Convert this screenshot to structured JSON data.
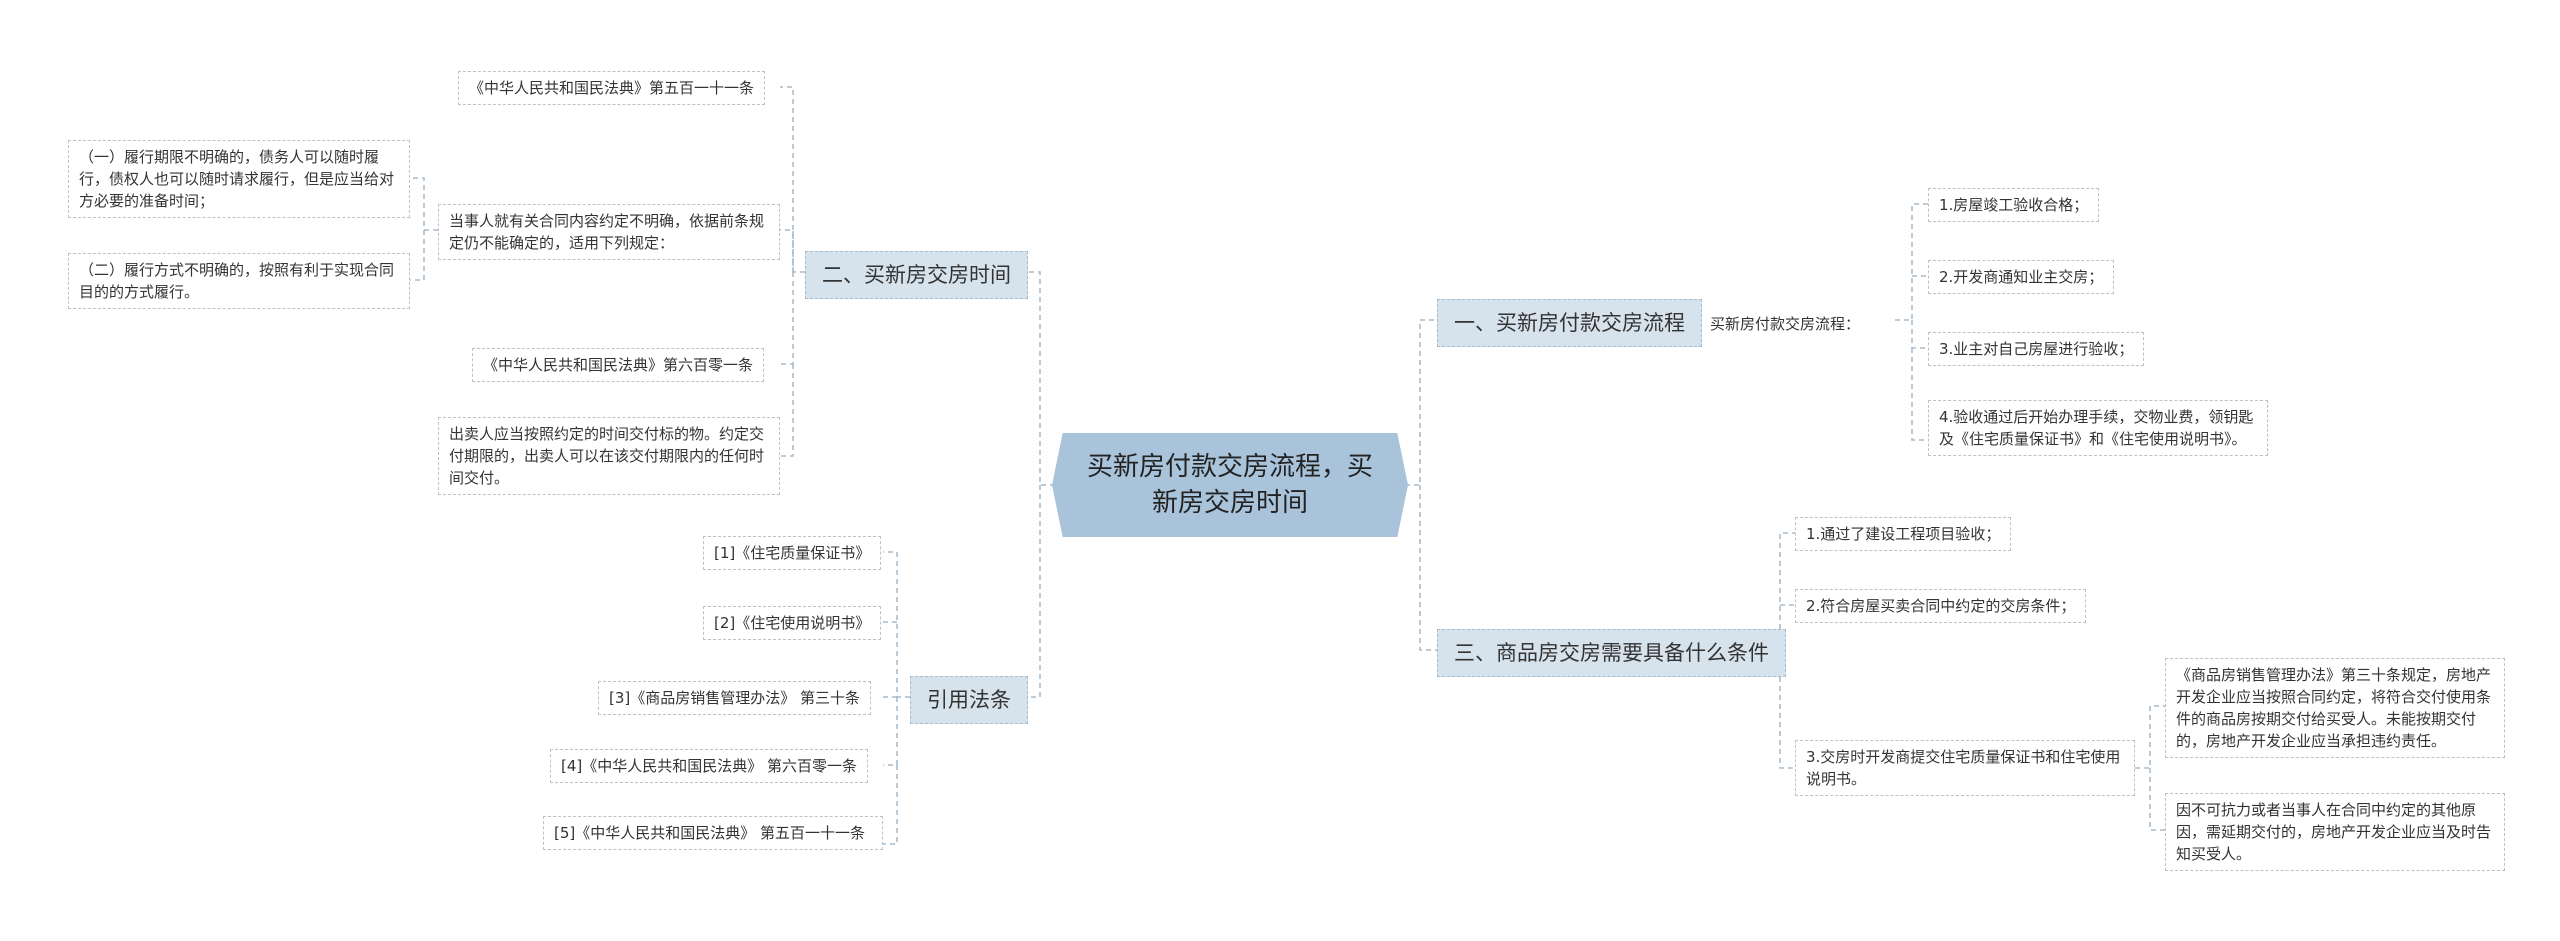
{
  "center": "买新房付款交房流程，买新房交房时间",
  "branch1": {
    "title": "一、买新房付款交房流程",
    "sub": "买新房付款交房流程：",
    "items": [
      "1.房屋竣工验收合格；",
      "2.开发商通知业主交房；",
      "3.业主对自己房屋进行验收；",
      "4.验收通过后开始办理手续，交物业费，领钥匙及《住宅质量保证书》和《住宅使用说明书》。"
    ]
  },
  "branch2": {
    "title": "二、买新房交房时间",
    "law1": "《中华人民共和国民法典》第五百一十一条",
    "clause": "当事人就有关合同内容约定不明确，依据前条规定仍不能确定的，适用下列规定：",
    "sub1": "（一）履行期限不明确的，债务人可以随时履行，债权人也可以随时请求履行，但是应当给对方必要的准备时间；",
    "sub2": "（二）履行方式不明确的，按照有利于实现合同目的的方式履行。",
    "law2": "《中华人民共和国民法典》第六百零一条",
    "law2text": "出卖人应当按照约定的时间交付标的物。约定交付期限的，出卖人可以在该交付期限内的任何时间交付。"
  },
  "branch3": {
    "title": "三、商品房交房需要具备什么条件",
    "items": [
      "1.通过了建设工程项目验收；",
      "2.符合房屋买卖合同中约定的交房条件；",
      "3.交房时开发商提交住宅质量保证书和住宅使用说明书。"
    ],
    "notes": [
      "《商品房销售管理办法》第三十条规定，房地产开发企业应当按照合同约定，将符合交付使用条件的商品房按期交付给买受人。未能按期交付的，房地产开发企业应当承担违约责任。",
      "因不可抗力或者当事人在合同中约定的其他原因，需延期交付的，房地产开发企业应当及时告知买受人。"
    ]
  },
  "branch4": {
    "title": "引用法条",
    "items": [
      "[1]《住宅质量保证书》",
      "[2]《住宅使用说明书》",
      "[3]《商品房销售管理办法》 第三十条",
      "[4]《中华人民共和国民法典》 第六百零一条",
      "[5]《中华人民共和国民法典》 第五百一十一条"
    ]
  },
  "colors": {
    "line": "#a9bccb",
    "branch_fill": "#d6e2ec",
    "center_fill": "#a9c3da",
    "leaf_border": "#b9c3cc"
  }
}
